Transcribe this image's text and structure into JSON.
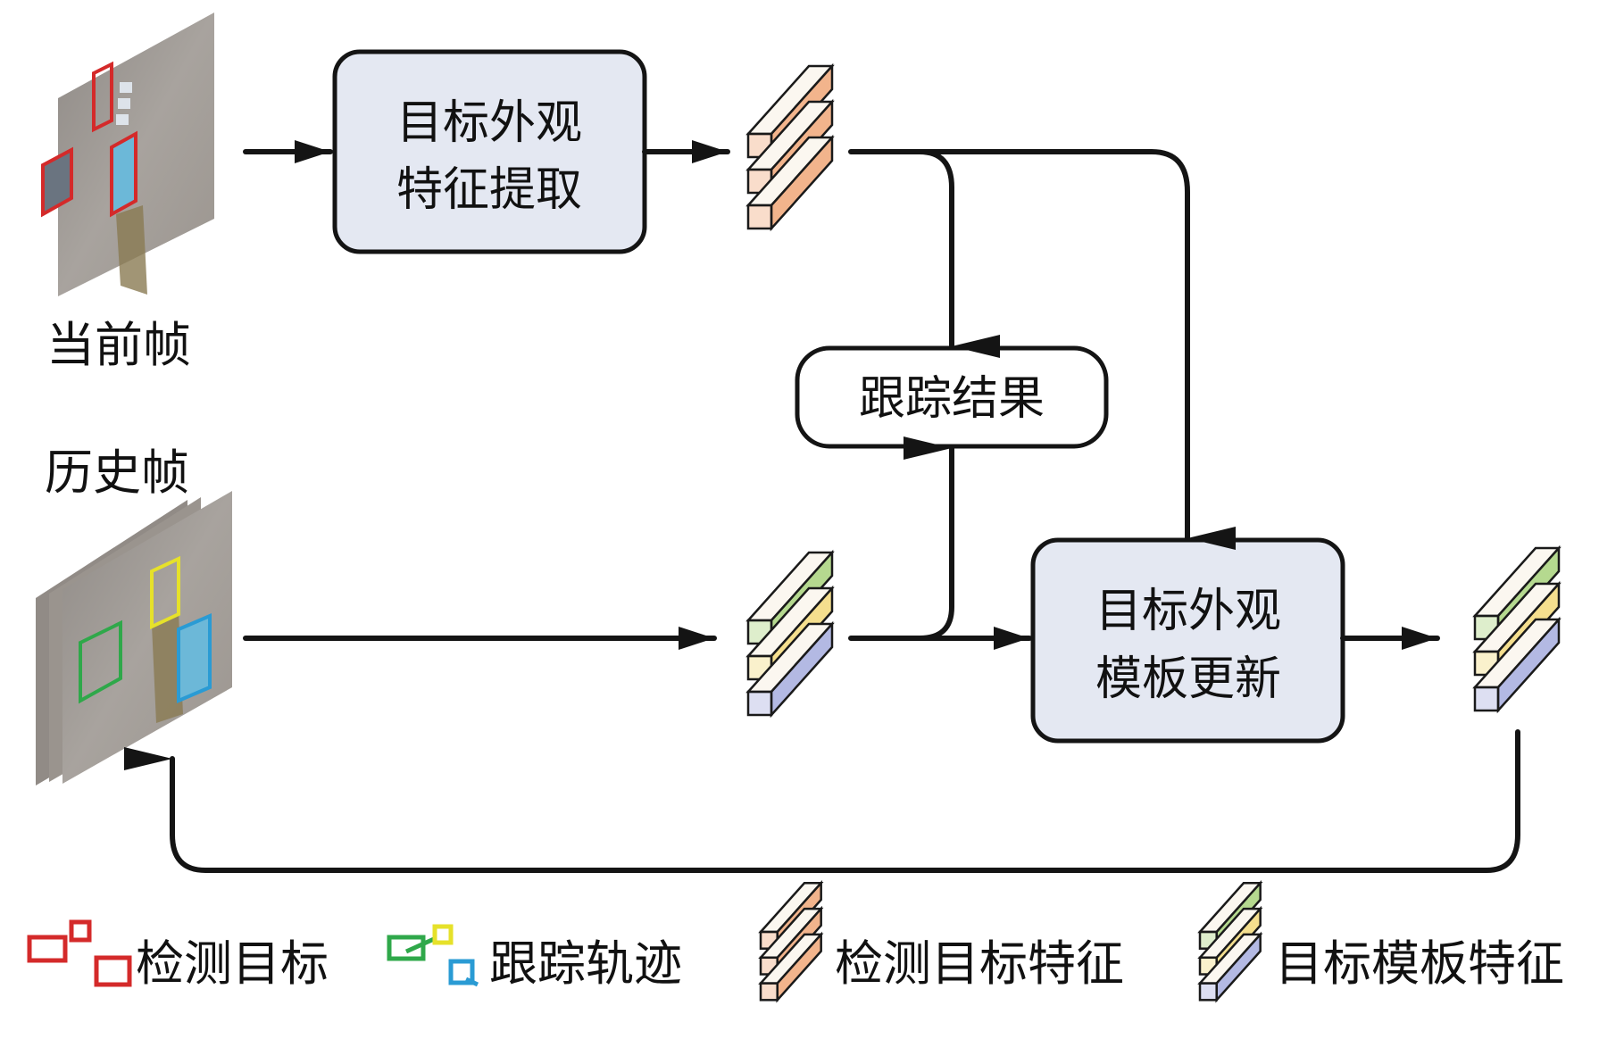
{
  "frames": {
    "current_label": "当前帧",
    "history_label": "历史帧"
  },
  "boxes": {
    "extract": {
      "line1": "目标外观",
      "line2": "特征提取"
    },
    "tracking_result": {
      "label": "跟踪结果"
    },
    "update": {
      "line1": "目标外观",
      "line2": "模板更新"
    }
  },
  "legend": [
    {
      "icon": "detection-boxes-icon",
      "label": "检测目标"
    },
    {
      "icon": "tracking-trajectory-icon",
      "label": "跟踪轨迹"
    },
    {
      "icon": "detection-feature-icon",
      "label": "检测目标特征"
    },
    {
      "icon": "template-feature-icon",
      "label": "目标模板特征"
    }
  ],
  "colors": {
    "box_fill": "#e4e8f2",
    "stroke": "#141414",
    "detect_feature": "#f2b48c",
    "template_green": "#b5d98f",
    "template_yellow": "#f5df8e",
    "template_blue": "#b3b9e3",
    "detect_box": "#d42a2a",
    "track_green": "#2fa84a",
    "track_yellow": "#e6e12a",
    "track_blue": "#2a9bd4"
  }
}
